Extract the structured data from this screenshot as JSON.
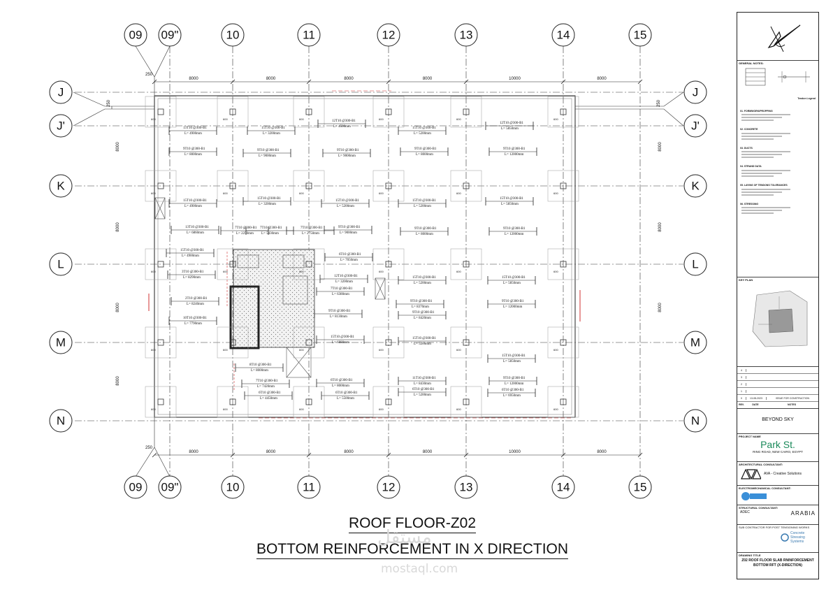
{
  "drawing": {
    "grid_columns": [
      "09",
      "09\"",
      "10",
      "11",
      "12",
      "13",
      "14",
      "15"
    ],
    "grid_rows": [
      "J",
      "J'",
      "K",
      "L",
      "M",
      "N"
    ],
    "dimensions_top": [
      "8000",
      "8000",
      "8000",
      "8000",
      "10000",
      "8000"
    ],
    "dimensions_bottom": [
      "8000",
      "8000",
      "8000",
      "8000",
      "10000",
      "8000"
    ],
    "offset_dim": "250",
    "side_dims": [
      "8000",
      "8000",
      "8000",
      "8000"
    ],
    "panel_width_label": "600",
    "rebar_labels": [
      {
        "spec": "13T10 @300-B1",
        "length": "L= 4900mm"
      },
      {
        "spec": "15T10 @300-B1",
        "length": "L= 3200mm"
      },
      {
        "spec": "12T10 @300-B1",
        "length": "L= 4500mm"
      },
      {
        "spec": "15T10 @300-B1",
        "length": "L= 5200mm"
      },
      {
        "spec": "12T10 @300-B1",
        "length": "L= 5850mm"
      },
      {
        "spec": "9T10 @300-B1",
        "length": "L= 8000mm"
      },
      {
        "spec": "9T10 @300-B1",
        "length": "L= 9000mm"
      },
      {
        "spec": "9T10 @300-B1",
        "length": "L= 9000mm"
      },
      {
        "spec": "9T10 @300-B1",
        "length": "L= 8000mm"
      },
      {
        "spec": "9T10 @300-B1",
        "length": "L= 12000mm"
      },
      {
        "spec": "15T10 @300-B1",
        "length": "L= 4900mm"
      },
      {
        "spec": "15T10 @300-B1",
        "length": "L= 3200mm"
      },
      {
        "spec": "15T10 @300-B1",
        "length": "L= 5200mm"
      },
      {
        "spec": "15T10 @300-B1",
        "length": "L= 5200mm"
      },
      {
        "spec": "15T10 @300-B1",
        "length": "L= 5850mm"
      },
      {
        "spec": "13T10 @300-B1",
        "length": "L= 6860mm"
      },
      {
        "spec": "7T10 @300-B1",
        "length": "L= 2250mm"
      },
      {
        "spec": "7T10 @300-B1",
        "length": "L= 5430mm"
      },
      {
        "spec": "7T10 @300-B1",
        "length": "L= 2750mm"
      },
      {
        "spec": "9T10 @300-B1",
        "length": "L= 9000mm"
      },
      {
        "spec": "9T10 @300-B1",
        "length": "L= 8000mm"
      },
      {
        "spec": "9T10 @300-B1",
        "length": "L= 12000mm"
      },
      {
        "spec": "15T10 @300-B1",
        "length": "L= 4900mm"
      },
      {
        "spec": "3T10 @300-B1",
        "length": "L= 8290mm"
      },
      {
        "spec": "6T10 @300-B1",
        "length": "L= 7050mm"
      },
      {
        "spec": "12T10 @300-B1",
        "length": "L= 3200mm"
      },
      {
        "spec": "15T10 @300-B1",
        "length": "L= 5200mm"
      },
      {
        "spec": "15T10 @300-B1",
        "length": "L= 5850mm"
      },
      {
        "spec": "2T10 @300-B1",
        "length": "L= 8240mm"
      },
      {
        "spec": "10T10 @300-B1",
        "length": "L= 7790mm"
      },
      {
        "spec": "7T10 @300-B1",
        "length": "L= 6380mm"
      },
      {
        "spec": "9T10 @300-B1",
        "length": "L= 8370mm"
      },
      {
        "spec": "9T10 @300-B1",
        "length": "L= 12000mm"
      },
      {
        "spec": "9T10 @300-B1",
        "length": "L= 8130mm"
      },
      {
        "spec": "9T10 @300-B1",
        "length": "L= 8420mm"
      },
      {
        "spec": "15T10 @300-B1",
        "length": "L= 6880mm"
      },
      {
        "spec": "15T10 @300-B1",
        "length": "L= 5200mm"
      },
      {
        "spec": "15T10 @300-B1",
        "length": "L= 5850mm"
      },
      {
        "spec": "8T10 @300-B1",
        "length": "L= 8000mm"
      },
      {
        "spec": "7T10 @300-B1",
        "length": "L= 7420mm"
      },
      {
        "spec": "6T10 @300-B1",
        "length": "L= 8000mm"
      },
      {
        "spec": "11T10 @300-B1",
        "length": "L= 8430mm"
      },
      {
        "spec": "9T10 @300-B1",
        "length": "L= 12000mm"
      },
      {
        "spec": "6T10 @300-B1",
        "length": "L= 4450mm"
      },
      {
        "spec": "6T10 @300-B1",
        "length": "L= 5500mm"
      },
      {
        "spec": "6T10 @300-B1",
        "length": "L= 5200mm"
      },
      {
        "spec": "6T10 @300-B1",
        "length": "L= 6950mm"
      }
    ]
  },
  "title_block": {
    "general_notes_caption": "GENERAL NOTES:",
    "tendon_legend": "Tendon Legend",
    "notes": [
      "01. FORMWORK/PROPPING",
      "02. CONCRETE",
      "03. DUCTS",
      "04. STRAND DATA",
      "05. LAYING OF TENDONS TOLERANCES",
      "06. STRESSING"
    ],
    "key_plan_caption": "KEY PLAN",
    "rev_rows": [
      "4",
      "3",
      "2",
      "1",
      "0"
    ],
    "rev_date": "13-08-2023",
    "rev_note": "ISSUE FOR CONSTRUCTION",
    "rev_headers": [
      "REV.",
      "DATE",
      "NOTES"
    ],
    "client": "BEYOND SKY",
    "project_caption": "PROJECT NAME",
    "project_logo": "Park St.",
    "project_location": "RING ROAD, NEW CAIRO, EGYPT",
    "architect_caption": "ARCHITECTURAL CONSULTANT:",
    "architect_name": "AVA - Creative Solutions",
    "mep_caption": "ELECTROMECHANICAL CONSULTANT:",
    "structural_caption": "STRUCTURAL CONSULTANT:",
    "structural_name": "ADEC",
    "contractor_name": "ARABIA",
    "pt_caption": "SUB CONTRACTOR FOR POST TENSIONING WORKS",
    "pt_name": "Concrete Stressing Systems",
    "drawing_title_caption": "DRAWING TITLE",
    "drawing_title": "Z02 ROOF FLOOR SLAB RNINFORCEMENT BOTTOM RFT (X-DIRECTION)"
  },
  "titles": {
    "line1": "ROOF FLOOR-Z02",
    "line2": "BOTTOM REINFORCEMENT IN X DIRECTION"
  },
  "watermark": {
    "arabic": "مستقل",
    "latin": "mostaql.com"
  },
  "colors": {
    "line": "#222222",
    "accent_red": "#d03030",
    "grid": "#333333"
  }
}
